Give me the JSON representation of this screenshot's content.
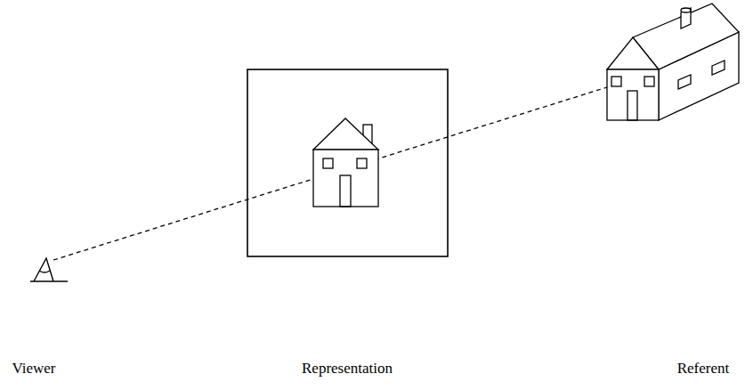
{
  "diagram": {
    "labels": [
      "Viewer",
      "Representation",
      "Referent"
    ]
  }
}
